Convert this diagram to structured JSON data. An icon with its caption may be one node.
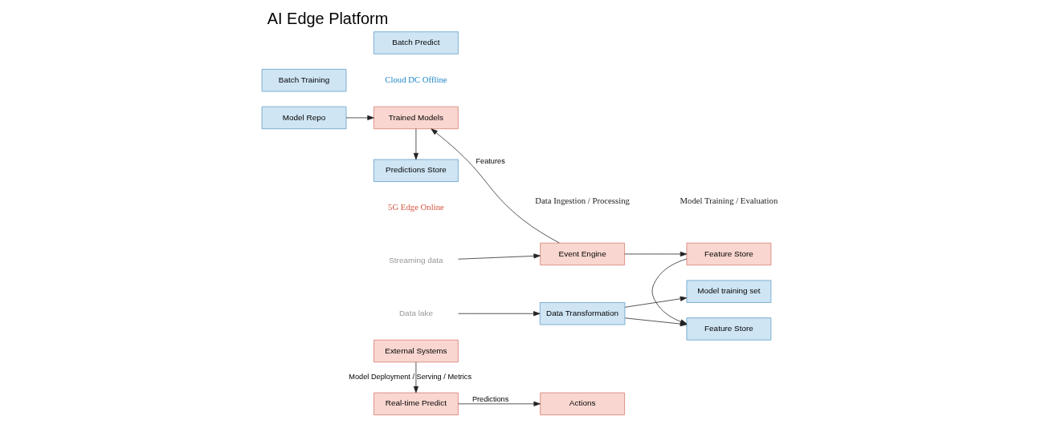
{
  "diagram": {
    "title": "AI Edge Platform",
    "nodes": [
      {
        "text": [
          "External Systems"
        ]
      },
      {
        "text": [
          "Actions"
        ]
      },
      {
        "text": [
          "Real-time Predict"
        ]
      },
      {
        "text": [
          "Streaming data"
        ]
      },
      {
        "text": [
          "Event Engine"
        ]
      },
      {
        "text": [
          "Feature Store"
        ]
      },
      {
        "text": [
          "Trained Models"
        ]
      },
      {
        "text": [
          "Feature Store"
        ]
      },
      {
        "text": [
          "Model Repo"
        ]
      },
      {
        "text": [
          "Predictions Store"
        ]
      },
      {
        "text": [
          "Data lake"
        ]
      },
      {
        "text": [
          "Data Transformation"
        ]
      },
      {
        "text": [
          "Model training set"
        ]
      },
      {
        "text": [
          "Batch Training"
        ]
      },
      {
        "text": [
          "Batch Predict"
        ]
      }
    ],
    "edges": [
      {
        "from": 0,
        "to": 2,
        "arrow": "to",
        "label": "Model Deployment / Serving / Metrics"
      },
      {
        "from": 2,
        "to": 1,
        "arrow": "to",
        "label": "Predictions"
      },
      {
        "from": 4,
        "to": 6,
        "arrow": "to",
        "label": "Features"
      },
      {
        "from": 3,
        "to": 4,
        "arrow": "to"
      },
      {
        "from": 4,
        "to": 5,
        "arrow": "to"
      },
      {
        "from": 5,
        "to": 7,
        "arrow": "to"
      },
      {
        "from": 8,
        "to": 6,
        "arrow": "to"
      },
      {
        "from": 6,
        "to": 9,
        "arrow": "to"
      },
      {
        "from": 11,
        "to": 7,
        "arrow": "to"
      },
      {
        "from": 10,
        "to": 11,
        "arrow": "to"
      },
      {
        "from": 11,
        "to": 12,
        "arrow": "to"
      }
    ],
    "labels": [
      "Data Ingestion / Processing",
      "Model Training / Evaluation",
      "5G Edge Online",
      "Cloud DC Offline"
    ]
  }
}
